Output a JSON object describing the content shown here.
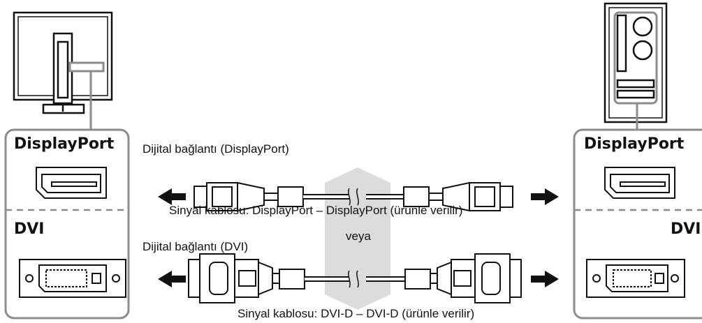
{
  "left_panel": {
    "port_top_title": "DisplayPort",
    "port_bottom_title": "DVI"
  },
  "right_panel": {
    "port_top_title": "DisplayPort",
    "port_bottom_title": "DVI"
  },
  "displayport_row": {
    "connection_label": "Dijital bağlantı (DisplayPort)",
    "cable_label": "Sinyal kablosu: DisplayPort – DisplayPort (ürünle verilir)"
  },
  "separator_label": "veya",
  "dvi_row": {
    "connection_label": "Dijital bağlantı (DVI)",
    "cable_label": "Sinyal kablosu: DVI-D – DVI-D (ürünle verilir)"
  },
  "colors": {
    "stroke": "#111111",
    "gray_frame": "#8c8c8c",
    "arrow": "#111111",
    "cross_arrow": "#d9d9d9"
  },
  "icons": [
    "monitor-rear-icon",
    "pc-tower-icon",
    "displayport-socket-icon",
    "dvi-socket-icon",
    "displayport-plug-icon",
    "dvi-plug-icon",
    "direction-arrow-icon"
  ]
}
